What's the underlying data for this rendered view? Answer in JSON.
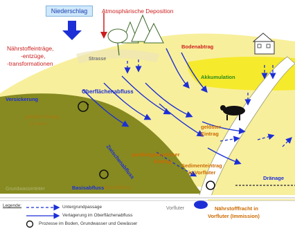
{
  "labels": {
    "niederschlag": "Niederschlag",
    "deposition": "Atmosphärische Deposition",
    "naehrstoff1": "Nährstoffeinträge,",
    "naehrstoff2": "-entzüge,",
    "naehrstoff3": "-transformationen",
    "strasse": "Strasse",
    "bodenabtrag": "Bodenabtrag",
    "akkumulation": "Akkumulation",
    "versickerung": "Versickerung",
    "oberflaechenabfluss": "Oberflächenabfluss",
    "geloest1": "gelöster",
    "geloest2": "Eintrag",
    "partikel1": "partikelgebundener",
    "partikel2": "Eintrag",
    "zwischenabfluss": "Zwischenabfluss",
    "sediment1": "Sedimenteintrag",
    "sediment2": "in Vorfluter",
    "basisabfluss": "Basisabfluss",
    "grundwasserleiter": "Grundwasserleiter",
    "draenage": "Dränage",
    "vorfluter": "Vorfluter",
    "fracht1": "Nährstofffracht in",
    "fracht2": "Vorfluter (Immission)",
    "faded1": "gelöster Eintrag",
    "faded2": "Basisabfluss",
    "faded3": "Erosion"
  },
  "legend": {
    "title": "Legende:",
    "items": [
      {
        "text": "Untergrundpassage"
      },
      {
        "text": "Verlagerung im Oberflächenabfluss"
      },
      {
        "text": "Prozesse im Boden, Grundwasser und Gewässer"
      }
    ]
  },
  "colors": {
    "sky": "#ffffff",
    "soil_light": "#f8ef9c",
    "soil_mid": "#f4e97a",
    "accum": "#f6ea2c",
    "deep": "#868a21",
    "deep_edge": "#6f7418",
    "river": "#ffffff",
    "arrow": "#1c2fd6",
    "red": "#cc1e1e",
    "orange": "#cc6a00",
    "green": "#2b8a16",
    "grey": "#777777"
  }
}
